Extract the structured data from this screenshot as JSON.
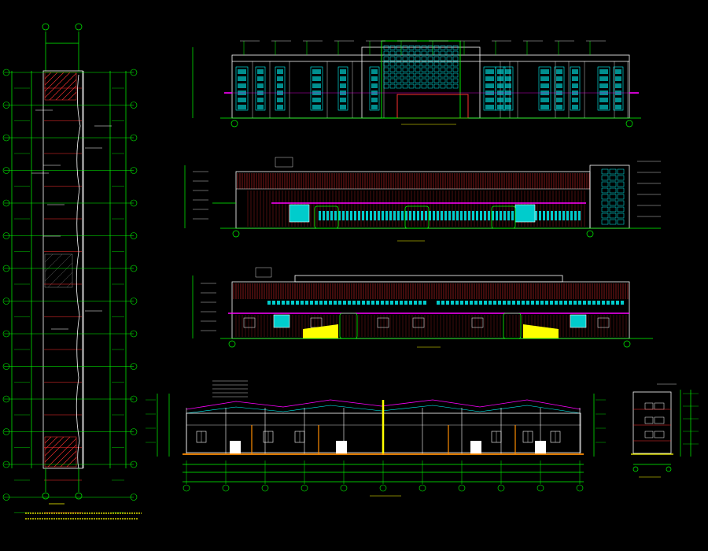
{
  "colors": {
    "background": "#000000",
    "grid": "#00ff00",
    "outline": "#ffffff",
    "glazing": "#00ffff",
    "wall_lines": "#ff3030",
    "canopy": "#ffff00",
    "band": "#ff00ff"
  },
  "drawings": [
    "left-long-section",
    "front-elevation",
    "side-elevation-1",
    "side-elevation-2",
    "cross-section",
    "small-section"
  ],
  "footer_note": ""
}
